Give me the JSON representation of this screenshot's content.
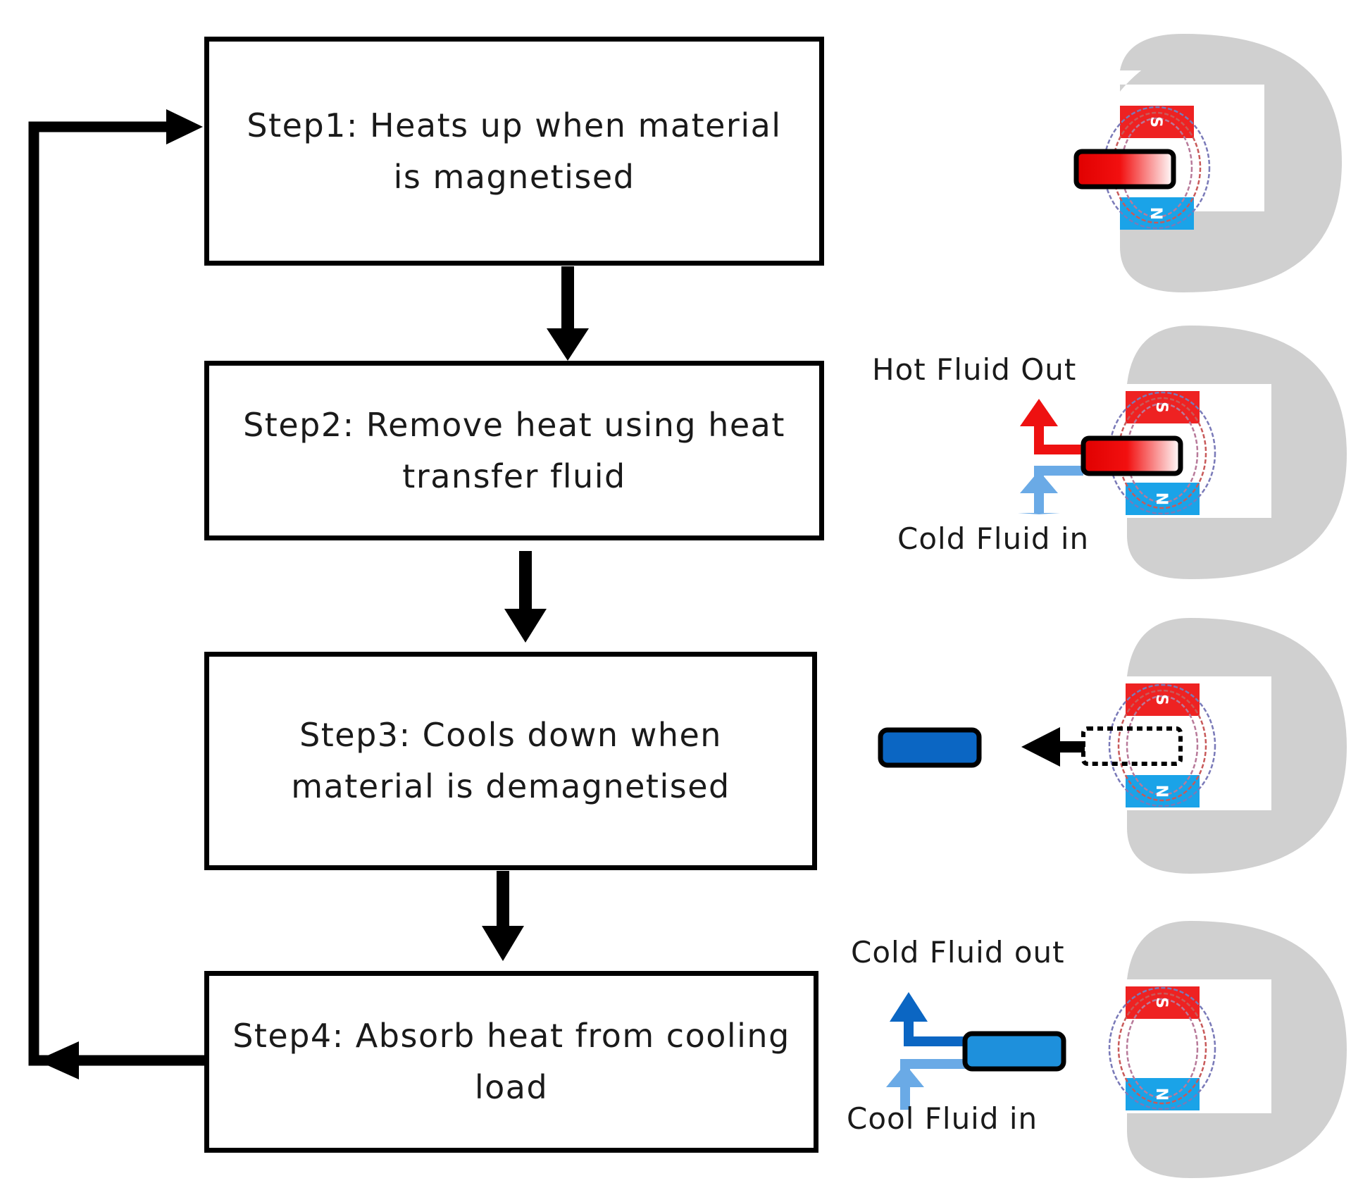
{
  "steps": [
    {
      "label": "Step1: Heats up when material is magnetised"
    },
    {
      "label": "Step2: Remove heat using heat transfer fluid"
    },
    {
      "label": "Step3: Cools down when material is demagnetised"
    },
    {
      "label": "Step4: Absorb heat from cooling load"
    }
  ],
  "fluids": {
    "hot_out": "Hot Fluid Out",
    "cold_in": "Cold Fluid in",
    "cold_out": "Cold Fluid out",
    "cool_in": "Cool Fluid in"
  },
  "magnet": {
    "south": "S",
    "north": "N"
  },
  "colors": {
    "hot": "#ee1111",
    "cold": "#0b66c3",
    "cold_fluid": "#6aaae6",
    "south_pole": "#ee2222",
    "north_pole": "#1aa3e8",
    "magnet_body": "#d0d0d0"
  }
}
